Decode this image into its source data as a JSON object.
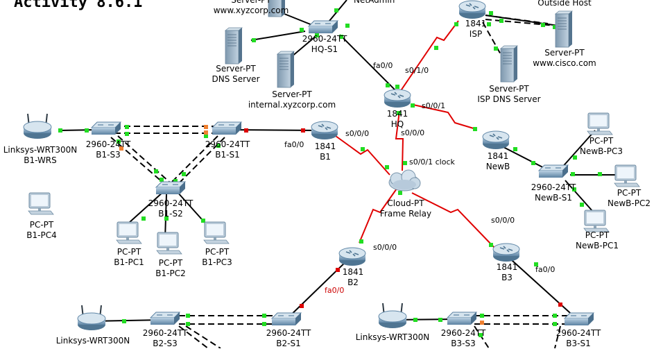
{
  "title": "Activity 8.6.1",
  "devices": {
    "server_xyz": "Server-PT\nwww.xyzcorp.com",
    "netadmin": "NetAdmin",
    "hq_s1": "2960-24TT\nHQ-S1",
    "dns_server": "Server-PT\nDNS Server",
    "internal_server": "Server-PT\ninternal.xyzcorp.com",
    "isp": "1841\nISP",
    "outside_host": "Outside Host",
    "cisco_server": "Server-PT\nwww.cisco.com",
    "isp_dns": "Server-PT\nISP DNS Server",
    "hq": "1841\nHQ",
    "b1_wrs": "Linksys-WRT300N\nB1-WRS",
    "b1_s3": "2960-24TT\nB1-S3",
    "b1_s1": "2960-24TT\nB1-S1",
    "b1": "1841\nB1",
    "b1_s2": "2960-24TT\nB1-S2",
    "b1_pc4": "PC-PT\nB1-PC4",
    "b1_pc1": "PC-PT\nB1-PC1",
    "b1_pc2": "PC-PT\nB1-PC2",
    "b1_pc3": "PC-PT\nB1-PC3",
    "cloud": "Cloud-PT\nFrame Relay",
    "newb": "1841\nNewB",
    "newb_s1": "2960-24TT\nNewB-S1",
    "newb_pc3": "PC-PT\nNewB-PC3",
    "newb_pc2": "PC-PT\nNewB-PC2",
    "newb_pc1": "PC-PT\nNewB-PC1",
    "b2": "1841\nB2",
    "b3": "1841\nB3",
    "b2_wrs": "Linksys-WRT300N",
    "b2_s3": "2960-24TT\nB2-S3",
    "b2_s1": "2960-24TT\nB2-S1",
    "b3_wrs": "Linksys-WRT300N",
    "b3_s3": "2960-24TT\nB3-S3",
    "b3_s1": "2960-24TT\nB3-S1"
  },
  "ports": {
    "hq_fa00": "fa0/0",
    "isp_s010": "s0/1/0",
    "hq_s001": "s0/0/1",
    "hq_s000": "s0/0/0",
    "cloud_s001_clock": "s0/0/1 clock",
    "b1_s000": "s0/0/0",
    "b1_fa00": "fa0/0",
    "b2_s000": "s0/0/0",
    "b2_fa00": "fa0/0",
    "b3_s000": "s0/0/0",
    "b3_fa00": "fa0/0"
  },
  "colors": {
    "serial_link": "#e00000",
    "ethernet_link": "#000000",
    "link_up": "#22dd22",
    "link_down": "#dd0000",
    "link_blocking": "#f08030"
  }
}
